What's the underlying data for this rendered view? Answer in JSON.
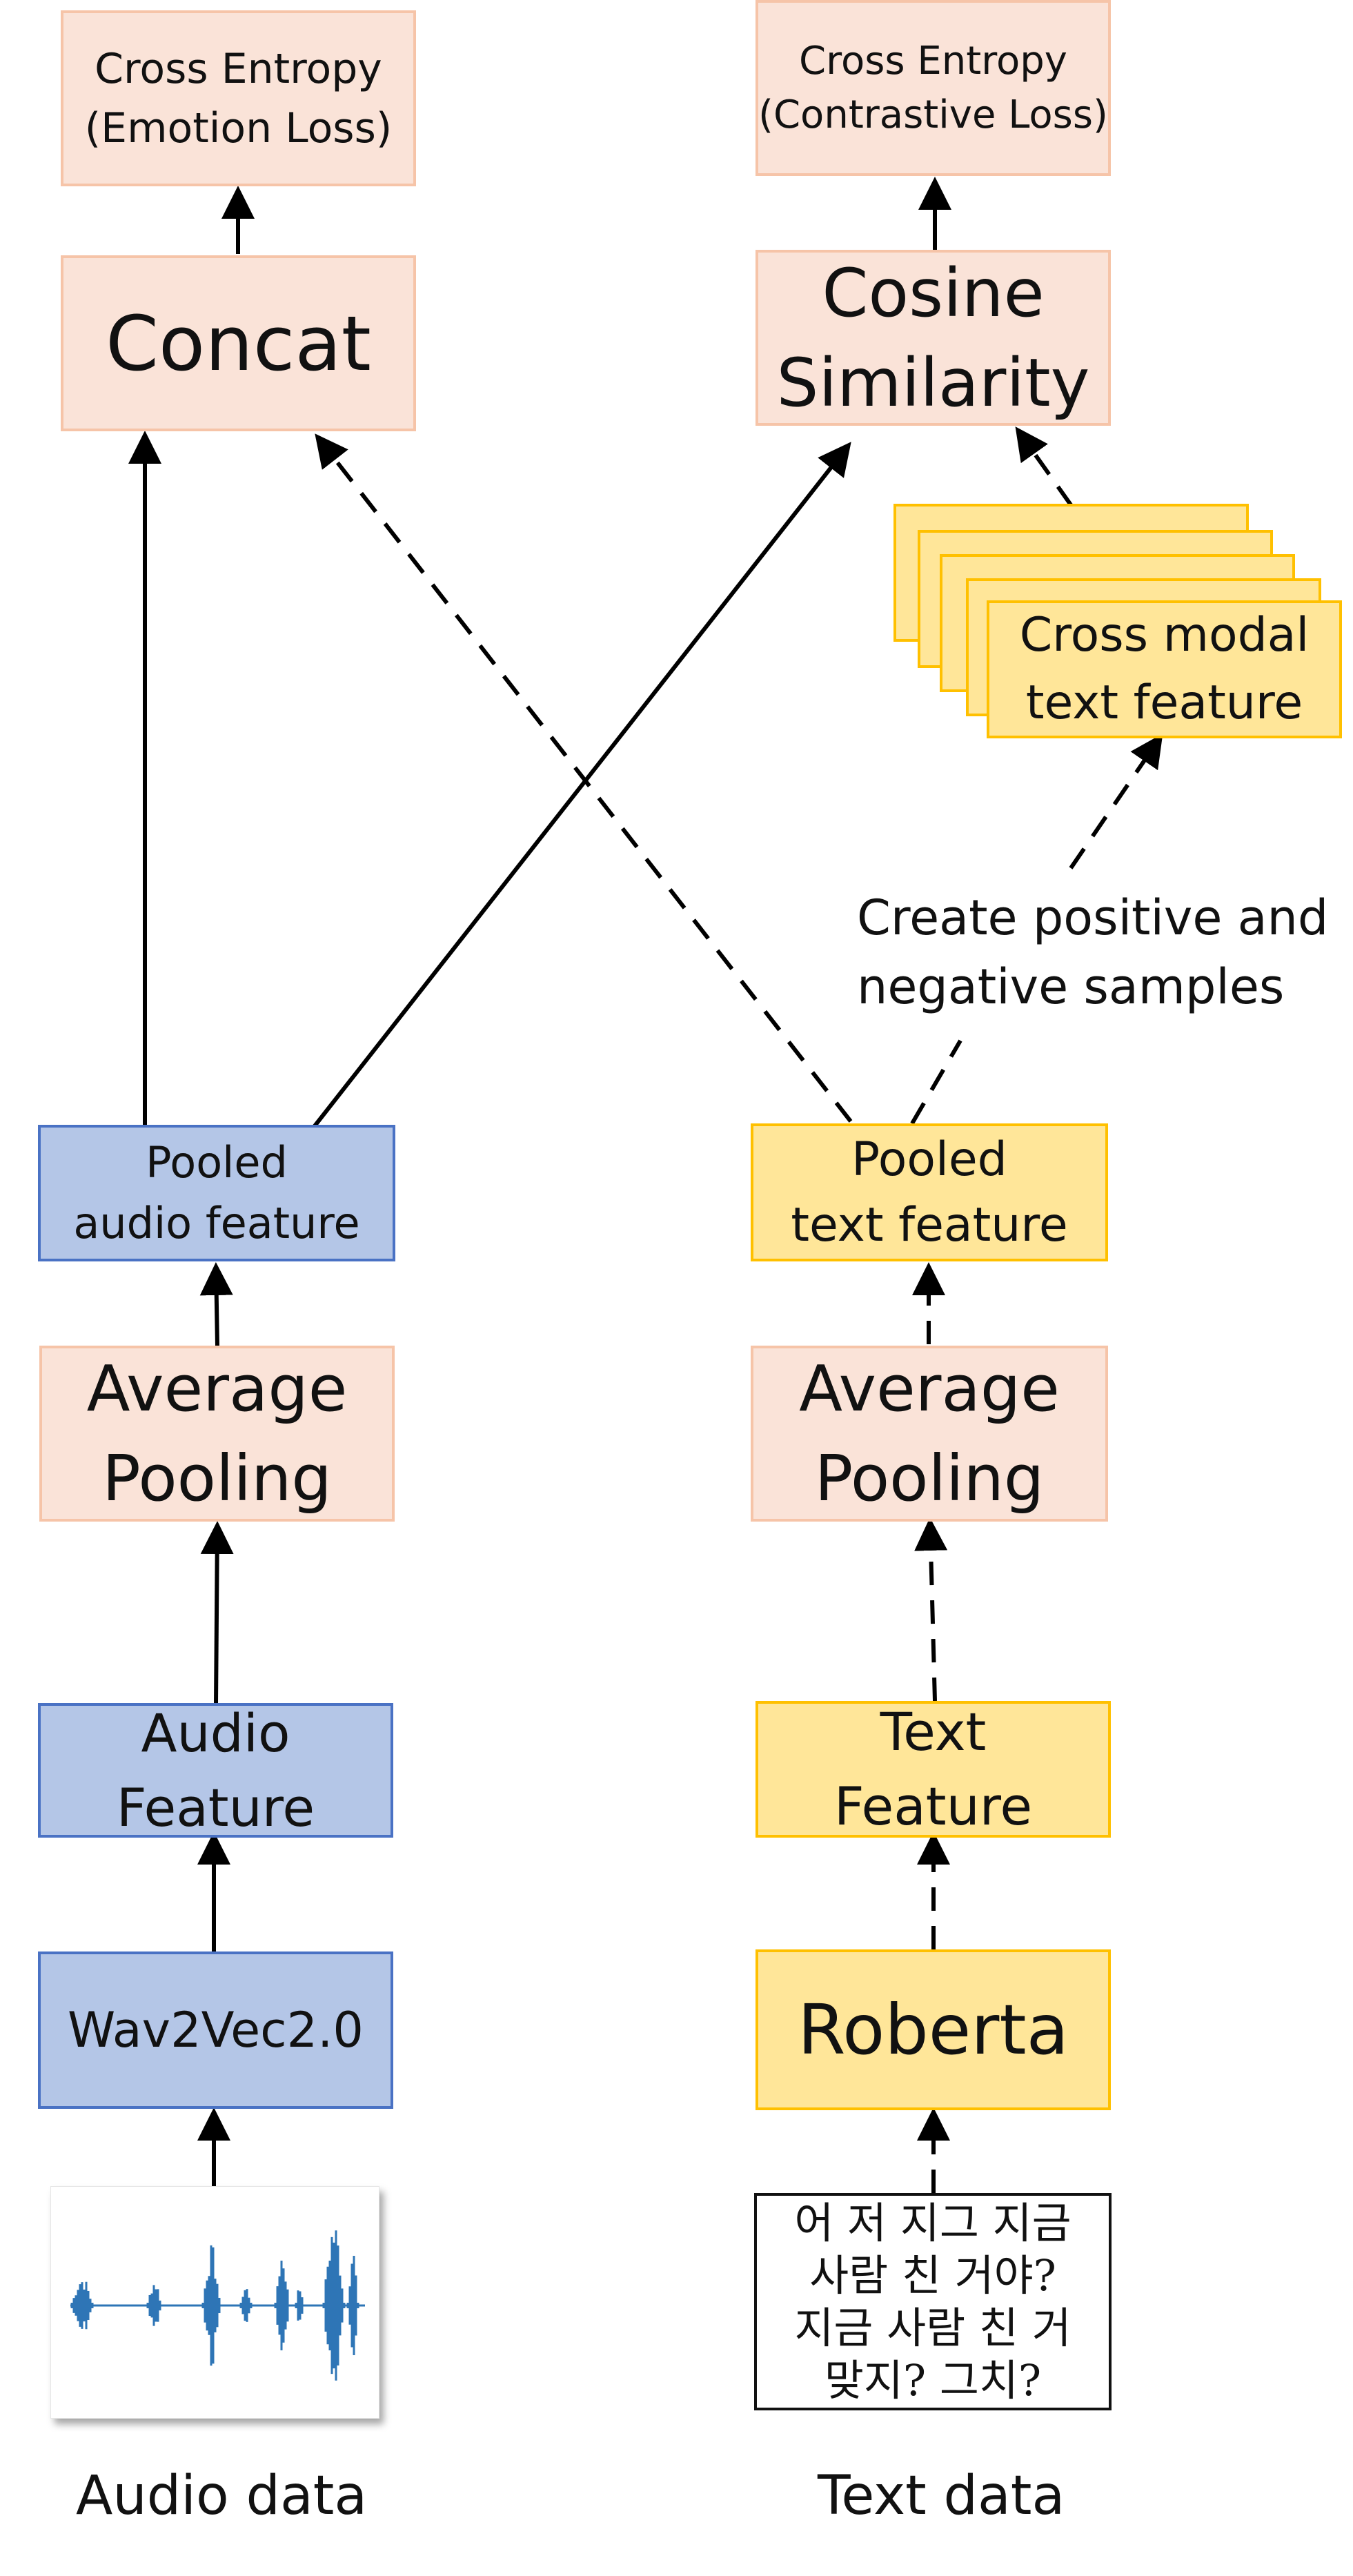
{
  "colors": {
    "peach_fill": "#fae3d8",
    "peach_border": "#f6c4a8",
    "blue_fill": "#b4c6e7",
    "blue_border": "#4a72c4",
    "yellow_fill": "#ffe699",
    "yellow_border": "#ffc000",
    "waveform": "#2e75b6",
    "arrow": "#000000"
  },
  "audio_branch": {
    "input_caption": "Audio data",
    "waveform_icon": "audio-waveform-icon",
    "encoder": "Wav2Vec2.0",
    "feature": [
      "Audio",
      "Feature"
    ],
    "pooling": [
      "Average",
      "Pooling"
    ],
    "pooled": [
      "Pooled",
      "audio feature"
    ]
  },
  "text_branch": {
    "input_caption": "Text data",
    "input_text": [
      "어 저 지그 지금",
      "사람 친 거야?",
      "지금 사람 친 거",
      "맞지? 그치?"
    ],
    "encoder": "Roberta",
    "feature": [
      "Text",
      "Feature"
    ],
    "pooling": [
      "Average",
      "Pooling"
    ],
    "pooled": [
      "Pooled",
      "text feature"
    ],
    "sample_note": [
      "Create positive and",
      "negative samples"
    ],
    "cross_modal": [
      "Cross modal",
      "text feature"
    ]
  },
  "heads": {
    "concat": "Concat",
    "emotion_loss": [
      "Cross Entropy",
      "(Emotion Loss)"
    ],
    "cosine": [
      "Cosine",
      "Similarity"
    ],
    "contrastive_loss": [
      "Cross Entropy",
      "(Contrastive Loss)"
    ]
  }
}
